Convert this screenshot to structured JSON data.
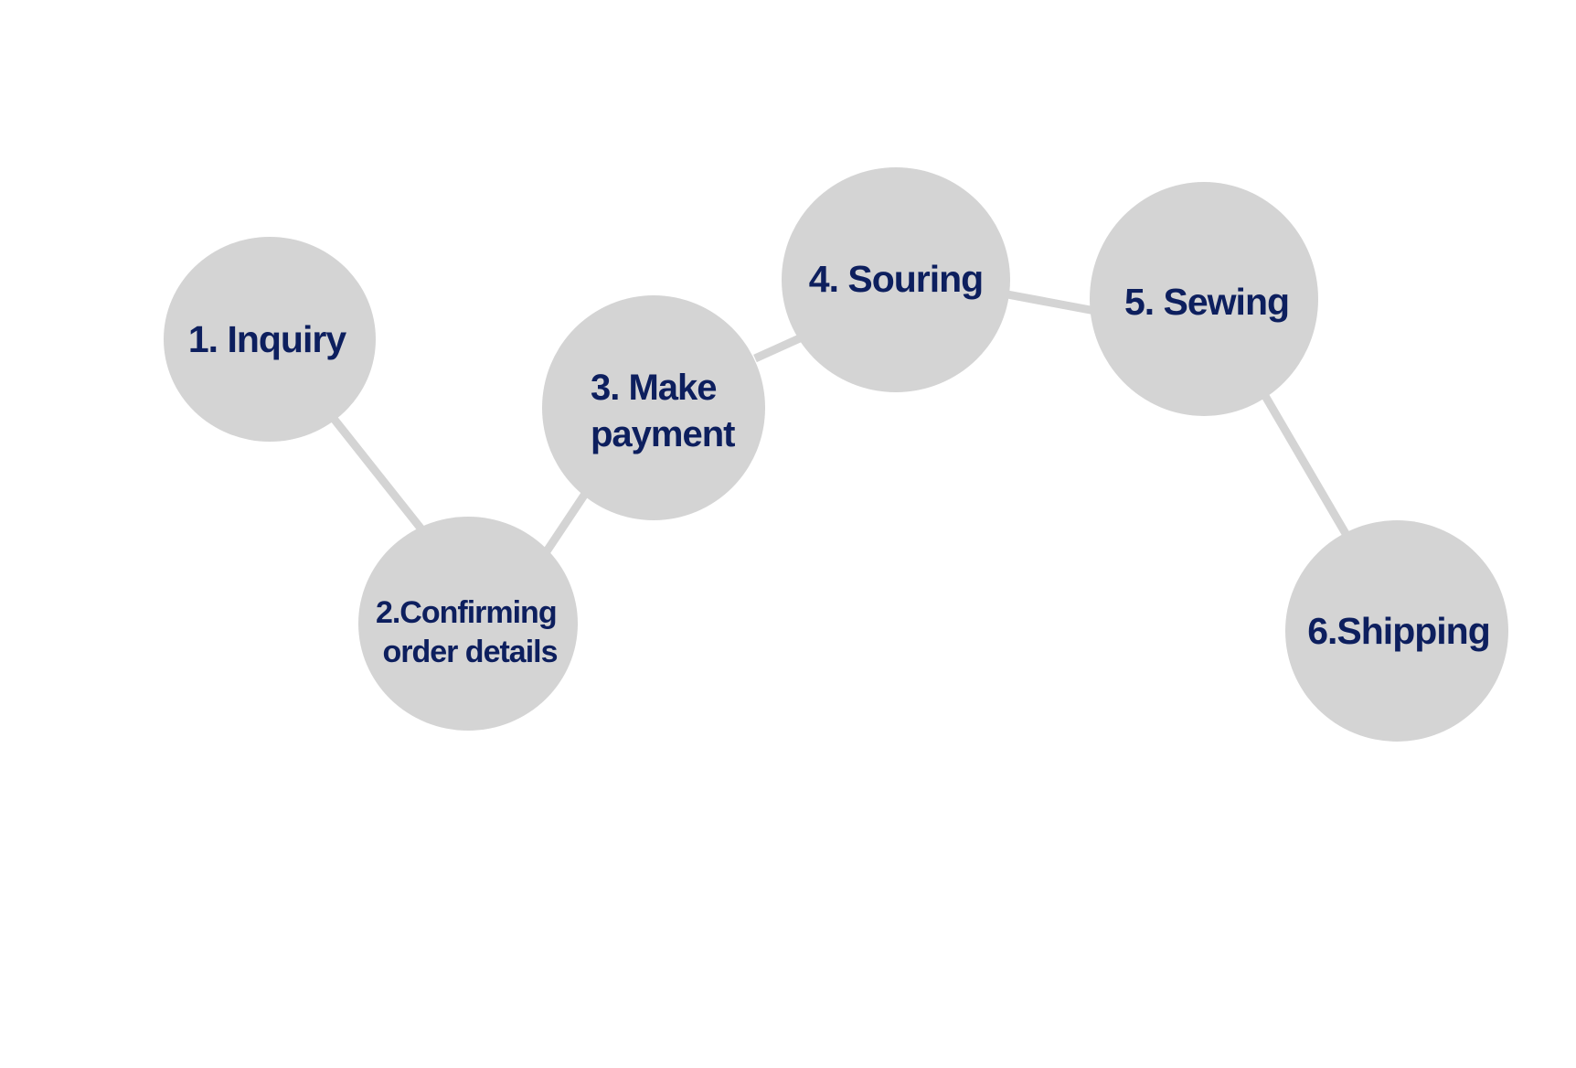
{
  "diagram": {
    "type": "process-flow",
    "colors": {
      "node_fill": "#d4d4d4",
      "connector": "#d4d4d4",
      "label_text": "#0d1f5e",
      "background": "#ffffff"
    },
    "steps": [
      {
        "id": "inquiry",
        "lines": [
          "1. Inquiry"
        ]
      },
      {
        "id": "confirm",
        "lines": [
          "2.Confirming",
          "order details"
        ]
      },
      {
        "id": "payment",
        "lines": [
          "3. Make",
          "payment"
        ]
      },
      {
        "id": "souring",
        "lines": [
          "4. Souring"
        ]
      },
      {
        "id": "sewing",
        "lines": [
          "5. Sewing"
        ]
      },
      {
        "id": "shipping",
        "lines": [
          "6.Shipping"
        ]
      }
    ],
    "connections": [
      [
        "inquiry",
        "confirm"
      ],
      [
        "confirm",
        "payment"
      ],
      [
        "payment",
        "souring"
      ],
      [
        "souring",
        "sewing"
      ],
      [
        "sewing",
        "shipping"
      ]
    ]
  }
}
